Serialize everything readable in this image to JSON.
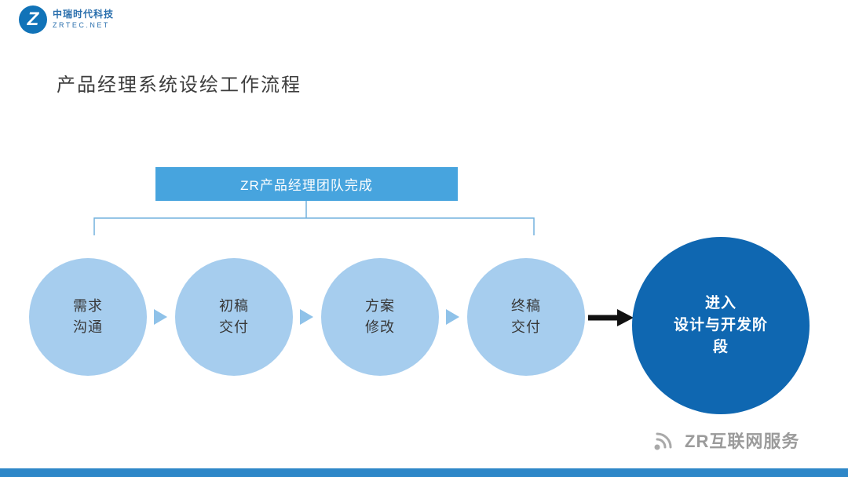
{
  "logo": {
    "symbol": "Z",
    "company": "中瑞时代科技",
    "domain": "ZRTEC.NET"
  },
  "title": "产品经理系统设绘工作流程",
  "diagram": {
    "team_label": "ZR产品经理团队完成",
    "steps": [
      {
        "lines": [
          "需求",
          "沟通"
        ]
      },
      {
        "lines": [
          "初稿",
          "交付"
        ]
      },
      {
        "lines": [
          "方案",
          "修改"
        ]
      },
      {
        "lines": [
          "终稿",
          "交付"
        ]
      }
    ],
    "final": {
      "lines": [
        "进入",
        "设计与开发阶",
        "段"
      ]
    },
    "colors": {
      "team_box": "#47a4de",
      "step_circle": "#a6cdee",
      "final_circle": "#0f67b1",
      "bracket": "#74b2de",
      "chevron": "#8fc2e9",
      "black_arrow": "#111111",
      "bottom_bar": "#2e87c8"
    }
  },
  "watermark": {
    "text": "ZR互联网服务"
  }
}
